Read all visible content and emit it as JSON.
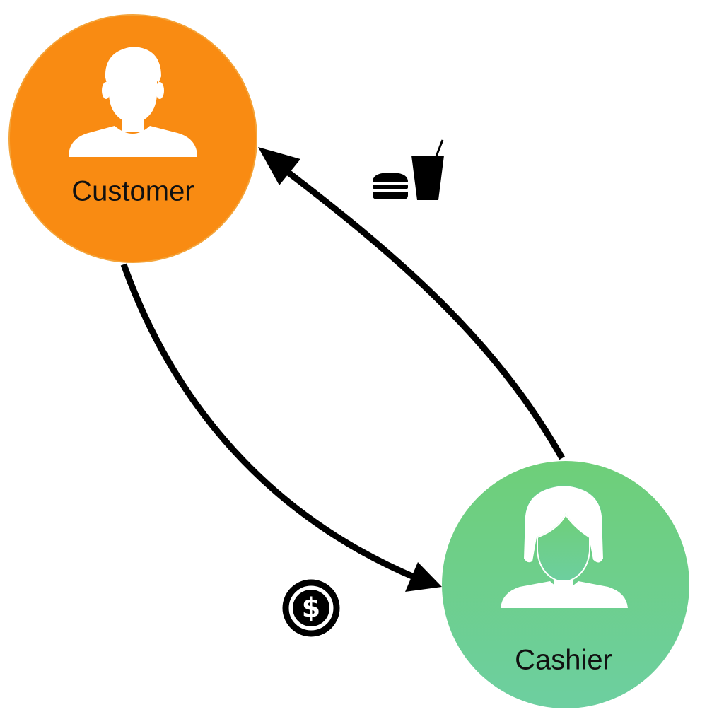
{
  "nodes": {
    "customer": {
      "label": "Customer",
      "color": "#F98B12",
      "stroke": "#F4A43A"
    },
    "cashier": {
      "label": "Cashier",
      "color": "#6CCF82"
    }
  },
  "edges": {
    "payment": {
      "from": "customer",
      "to": "cashier",
      "icon": "dollar-coin-icon"
    },
    "food_delivery": {
      "from": "cashier",
      "to": "customer",
      "icon": "burger-and-drink-icon"
    }
  },
  "colors": {
    "arrow": "#000000",
    "avatar": "#ffffff"
  }
}
